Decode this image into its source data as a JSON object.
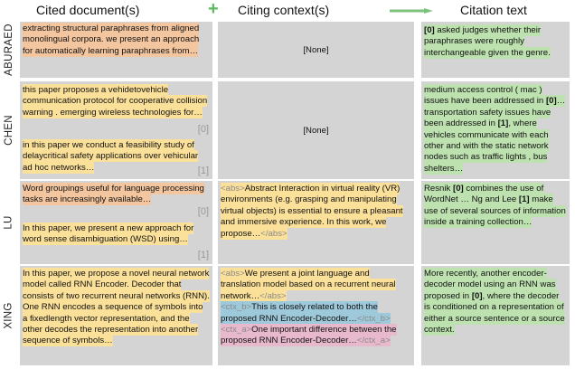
{
  "headers": {
    "cited": "Cited document(s)",
    "plus": "+",
    "citing": "Citing context(s)",
    "citation": "Citation text"
  },
  "colors": {
    "orange": "#f3c6a0",
    "yellow": "#fbe09a",
    "green": "#bde2b0",
    "teal": "#9ec9da",
    "pink": "#e8b9cc",
    "cell": "#d4d4d4",
    "accent": "#5cb85c"
  },
  "icons": {
    "arrow": "right-arrow-icon",
    "plus": "plus-icon"
  },
  "rows": {
    "aburaed": {
      "label": "ABURAED",
      "cited0": "extracting structural paraphrases from aligned monolingual corpora. we present an approach for automatically learning paraphrases from…",
      "context": "[None]",
      "citation_ref": "[0]",
      "citation_rest": " asked judges whether their paraphrases were  roughly interchangeable given the genre."
    },
    "chen": {
      "label": "CHEN",
      "cited0": "this paper proposes a vehidetovehicle communication protocol for cooperative collision warning . emerging wireless technologies for…",
      "idx0": "[0]",
      "cited1": "in this paper we conduct a feasibility study of delaycritical safety applications over vehicular ad hoc networks…",
      "idx1": "[1]",
      "context": "[None]",
      "citation_a": "medium access control ( mac ) issues have been addressed in ",
      "citation_ref0": "[0]",
      "citation_b": "… transportation safety issues have been addressed in ",
      "citation_ref1": "[1]",
      "citation_c": ", where vehicles communicate with each other and with the static network nodes such as traffic lights , bus shelters…"
    },
    "lu": {
      "label": "LU",
      "cited0": "Word groupings useful for language processing tasks are increasingly available…",
      "idx0": "[0]",
      "cited1": "In this paper, we present a new approach for word sense disambiguation (WSD) using…",
      "idx1": "[1]",
      "ctx_open": "<abs>",
      "ctx_text": "Abstract Interaction in virtual reality (VR) environments (e.g. grasping and manipulating virtual objects) is essential to ensure a pleasant and immersive experience. In this work, we propose…",
      "ctx_close": "</abs>",
      "citation_a": "Resnik ",
      "citation_ref0": "[0]",
      "citation_b": " combines the use of WordNet … Ng and Lee ",
      "citation_ref1": "[1]",
      "citation_c": " make use of several sources of information inside a training collection…"
    },
    "xing": {
      "label": "XING",
      "cited0": "In this paper, we propose a novel neural network model called RNN Encoder. Decoder that consists of two recurrent neural networks (RNN). One RNN encodes a sequence of symbols into a fixedlength vector representation, and the other decodes the representation into another sequence of symbols…",
      "abs_open": "<abs>",
      "abs_text": "We present a joint language and translation model based on a recurrent neural network…",
      "abs_close": "</abs>",
      "ctxb_open": "<ctx_b>",
      "ctxb_text": "This is closely related to both the proposed RNN Encoder-Decoder…",
      "ctxb_close": "</ctx_b>",
      "ctxa_open": "<ctx_a>",
      "ctxa_text": "One important difference between the proposed RNN Encoder-Decoder…",
      "ctxa_close": "</ctx_a>",
      "citation_a": "More recently, another encoder-decoder model using an RNN was proposed in ",
      "citation_ref0": "[0]",
      "citation_b": ", where the decoder is conditioned on a representation of either a source sentence or a source context."
    }
  }
}
